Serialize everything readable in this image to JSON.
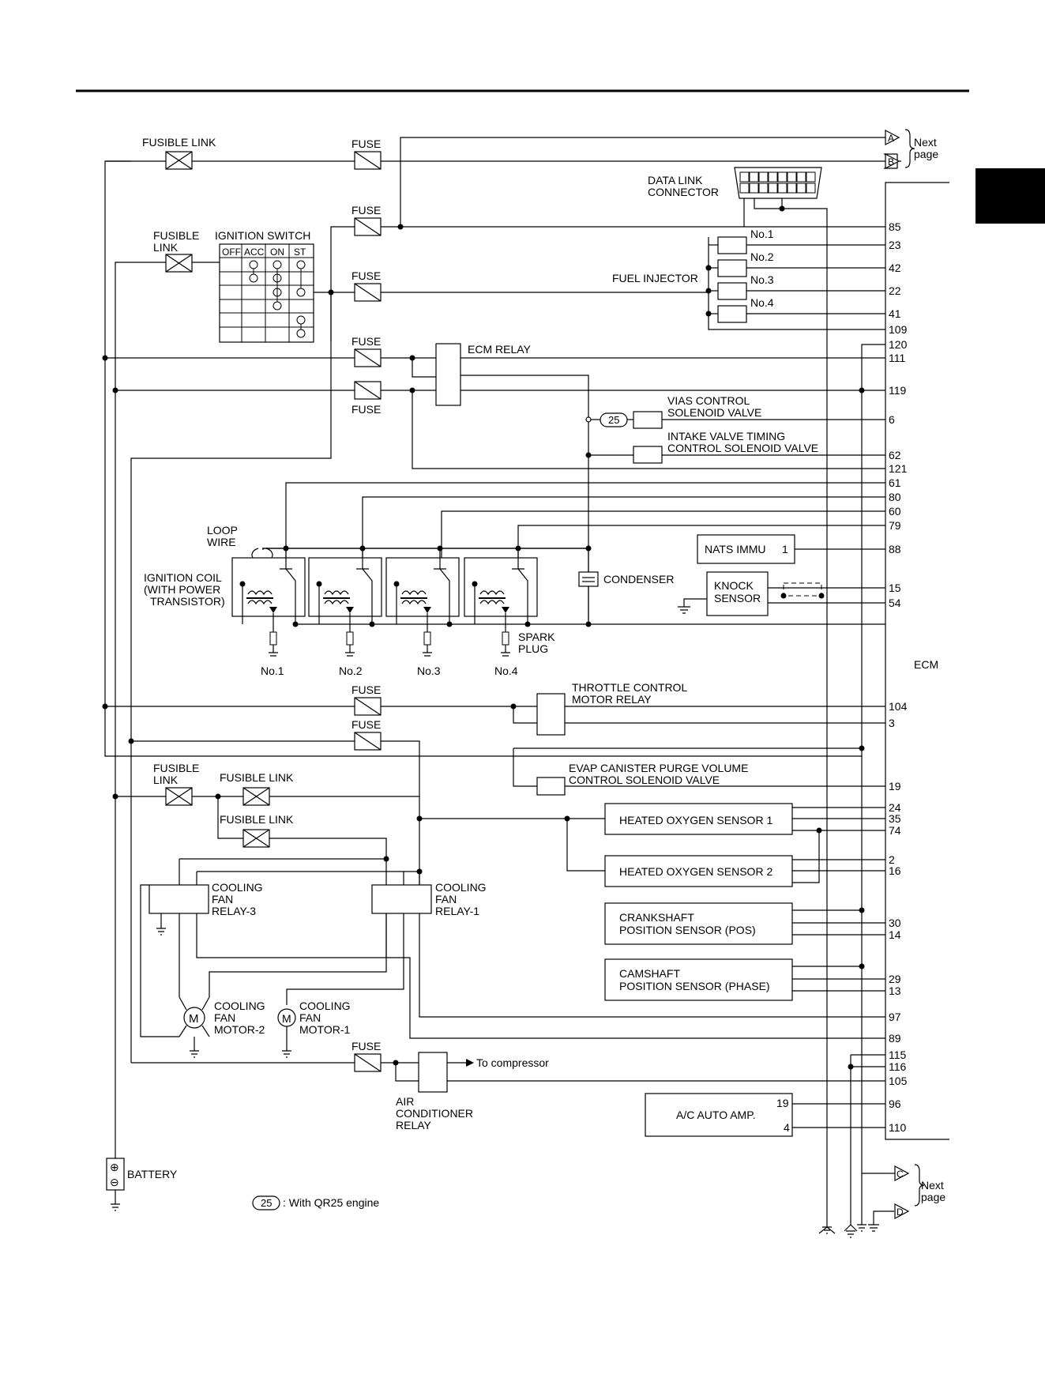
{
  "labels": {
    "fusible_link_top": "FUSIBLE LINK",
    "fuse": "FUSE",
    "fusible": "FUSIBLE",
    "link": "LINK",
    "fusible_link": "FUSIBLE LINK",
    "ignition_switch": "IGNITION SWITCH",
    "sw_off": "OFF",
    "sw_acc": "ACC",
    "sw_on": "ON",
    "sw_st": "ST",
    "data_link_1": "DATA LINK",
    "data_link_2": "CONNECTOR",
    "next": "Next",
    "page": "page",
    "conn_a": "A",
    "conn_b": "B",
    "conn_c": "C",
    "conn_d": "D",
    "fuel_injector": "FUEL INJECTOR",
    "inj_1": "No.1",
    "inj_2": "No.2",
    "inj_3": "No.3",
    "inj_4": "No.4",
    "ecm_relay": "ECM RELAY",
    "vias_1": "VIAS CONTROL",
    "vias_2": "SOLENOID VALVE",
    "ivt_1": "INTAKE VALVE TIMING",
    "ivt_2": "CONTROL SOLENOID VALVE",
    "loop_1": "LOOP",
    "loop_2": "WIRE",
    "ign_coil_1": "IGNITION COIL",
    "ign_coil_2": "(WITH POWER",
    "ign_coil_3": "TRANSISTOR)",
    "nats": "NATS IMMU",
    "nats_pin": "1",
    "condenser": "CONDENSER",
    "knock_1": "KNOCK",
    "knock_2": "SENSOR",
    "spark_1": "SPARK",
    "spark_2": "PLUG",
    "cyl_1": "No.1",
    "cyl_2": "No.2",
    "cyl_3": "No.3",
    "cyl_4": "No.4",
    "ecm": "ECM",
    "throttle_1": "THROTTLE CONTROL",
    "throttle_2": "MOTOR RELAY",
    "evap_1": "EVAP CANISTER PURGE VOLUME",
    "evap_2": "CONTROL SOLENOID VALVE",
    "ho2s1": "HEATED OXYGEN SENSOR 1",
    "ho2s2": "HEATED OXYGEN SENSOR 2",
    "crank_1": "CRANKSHAFT",
    "crank_2": "POSITION SENSOR (POS)",
    "cam_1": "CAMSHAFT",
    "cam_2": "POSITION SENSOR (PHASE)",
    "cooling": "COOLING",
    "fan": "FAN",
    "relay_3": "RELAY-3",
    "relay_1": "RELAY-1",
    "motor_2": "MOTOR-2",
    "motor_1": "MOTOR-1",
    "motor_m": "M",
    "to_compressor": "To compressor",
    "ac_1": "AIR",
    "ac_2": "CONDITIONER",
    "ac_3": "RELAY",
    "ac_amp": "A/C AUTO AMP.",
    "ac_amp_19": "19",
    "ac_amp_4": "4",
    "battery": "BATTERY",
    "legend_badge": "25",
    "legend_text": ": With QR25 engine"
  },
  "ecm_pins": [
    "85",
    "23",
    "42",
    "22",
    "41",
    "109",
    "120",
    "111",
    "119",
    "6",
    "62",
    "121",
    "61",
    "80",
    "60",
    "79",
    "88",
    "15",
    "54",
    "104",
    "3",
    "19",
    "24",
    "35",
    "74",
    "2",
    "16",
    "30",
    "14",
    "29",
    "13",
    "97",
    "89",
    "115",
    "116",
    "105",
    "96",
    "110"
  ]
}
